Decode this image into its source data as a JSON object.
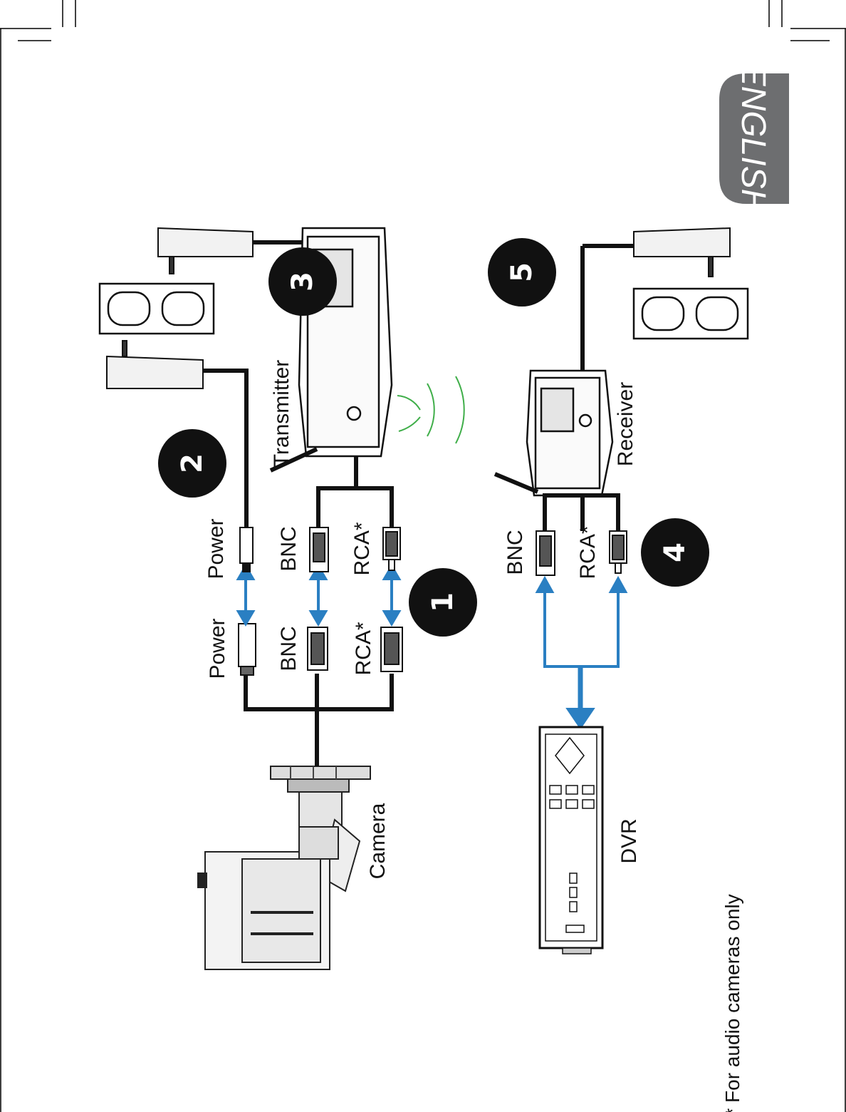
{
  "language_tab": "ENGLISH",
  "labels": {
    "camera": "Camera",
    "dvr": "DVR",
    "transmitter": "Transmitter",
    "receiver": "Receiver",
    "power": "Power",
    "bnc": "BNC",
    "rca": "RCA*"
  },
  "steps": [
    "1",
    "2",
    "3",
    "4",
    "5"
  ],
  "footnote": "* For audio cameras only",
  "colors": {
    "arrow": "#2a7fc2",
    "signal": "#3fae49",
    "badge": "#111111",
    "tab": "#6d6e70"
  }
}
